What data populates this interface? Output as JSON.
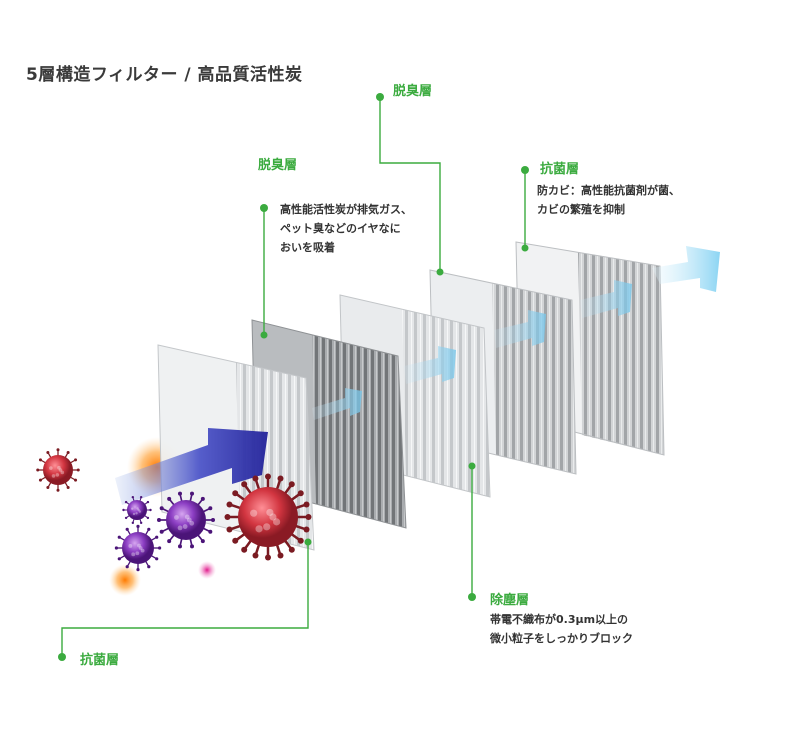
{
  "title": "5層構造フィルター / 高品質活性炭",
  "accent_green": "#3bab3f",
  "layers": [
    {
      "label": "脱臭層",
      "lines": []
    },
    {
      "label": "脱臭層",
      "lines": [
        "高性能活性炭が排気ガス、",
        "ペット臭などのイヤなに",
        "おいを吸着"
      ]
    },
    {
      "label": "抗菌層",
      "lines": [
        "防カビ：高性能抗菌剤が菌、",
        "カビの繁殖を抑制"
      ]
    },
    {
      "label": "除塵層",
      "lines": [
        "帯電不織布が0.3μm以上の",
        "微小粒子をしっかりブロック"
      ]
    },
    {
      "label": "抗菌層",
      "lines": []
    }
  ],
  "icons": [
    "virus-icon",
    "airflow-arrow-icon"
  ]
}
